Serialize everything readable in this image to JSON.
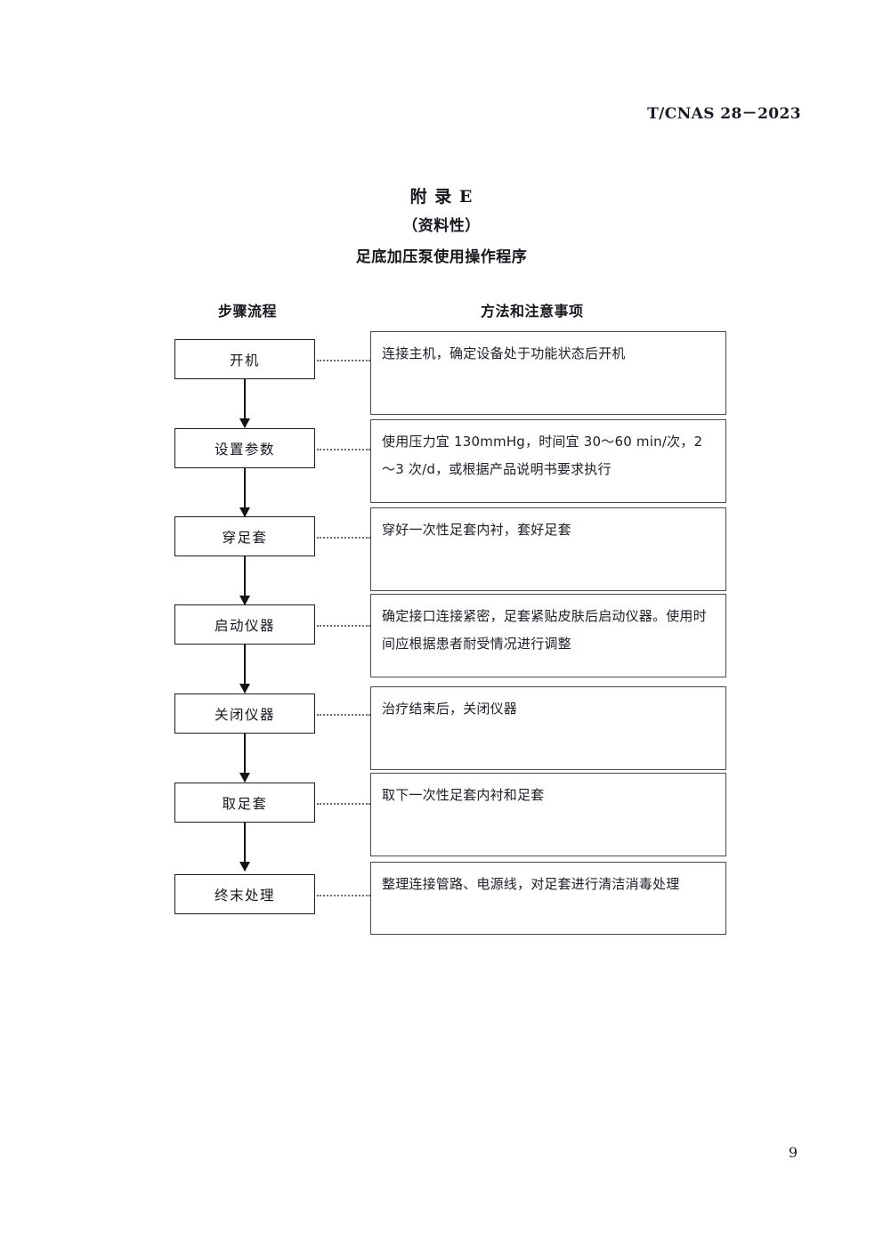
{
  "header": {
    "standard_code": "T/CNAS 28－2023"
  },
  "title": {
    "annex_label": "附 录 E",
    "annex_kind": "（资料性）",
    "annex_name": "足底加压泵使用操作程序"
  },
  "columns": {
    "left_header": "步骤流程",
    "right_header": "方法和注意事项"
  },
  "flow": {
    "steps": [
      {
        "step": "开机",
        "description": "连接主机，确定设备处于功能状态后开机"
      },
      {
        "step": "设置参数",
        "description": "使用压力宜 130mmHg，时间宜 30～60 min/次，2～3 次/d，或根据产品说明书要求执行"
      },
      {
        "step": "穿足套",
        "description": "穿好一次性足套内衬，套好足套"
      },
      {
        "step": "启动仪器",
        "description": "确定接口连接紧密，足套紧贴皮肤后启动仪器。使用时间应根据患者耐受情况进行调整"
      },
      {
        "step": "关闭仪器",
        "description": "治疗结束后，关闭仪器"
      },
      {
        "step": "取足套",
        "description": "取下一次性足套内衬和足套"
      },
      {
        "step": "终末处理",
        "description": "整理连接管路、电源线，对足套进行清洁消毒处理"
      }
    ]
  },
  "footer": {
    "page_number": "9"
  }
}
